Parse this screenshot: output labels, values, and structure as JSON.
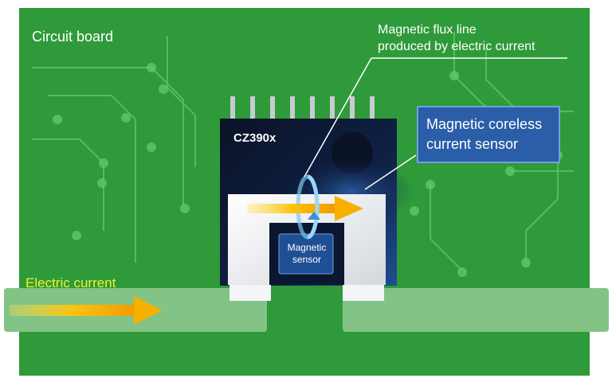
{
  "labels": {
    "circuit_board": "Circuit board",
    "flux_line_1": "Magnetic flux line",
    "flux_line_2": "produced by electric current",
    "sensor_callout_1": "Magnetic coreless",
    "sensor_callout_2": "current sensor",
    "chip_name": "CZ390x",
    "magnetic_sensor_1": "Magnetic",
    "magnetic_sensor_2": "sensor",
    "electric_current": "Electric current"
  },
  "colors": {
    "board": "#2f9a3a",
    "trace": "#5fc86c",
    "conductor": "#83c486",
    "chip": "#0e1a33",
    "chip_glow": "#1e4a8a",
    "arrow": "#f7b000",
    "flux_loop": "#7cc8f2",
    "callout": "#2a5ea8",
    "label_yellow": "#f6ef2a"
  },
  "icons": {
    "current_arrow": "arrow-right-icon",
    "flux_loop": "ellipse-loop-icon"
  }
}
